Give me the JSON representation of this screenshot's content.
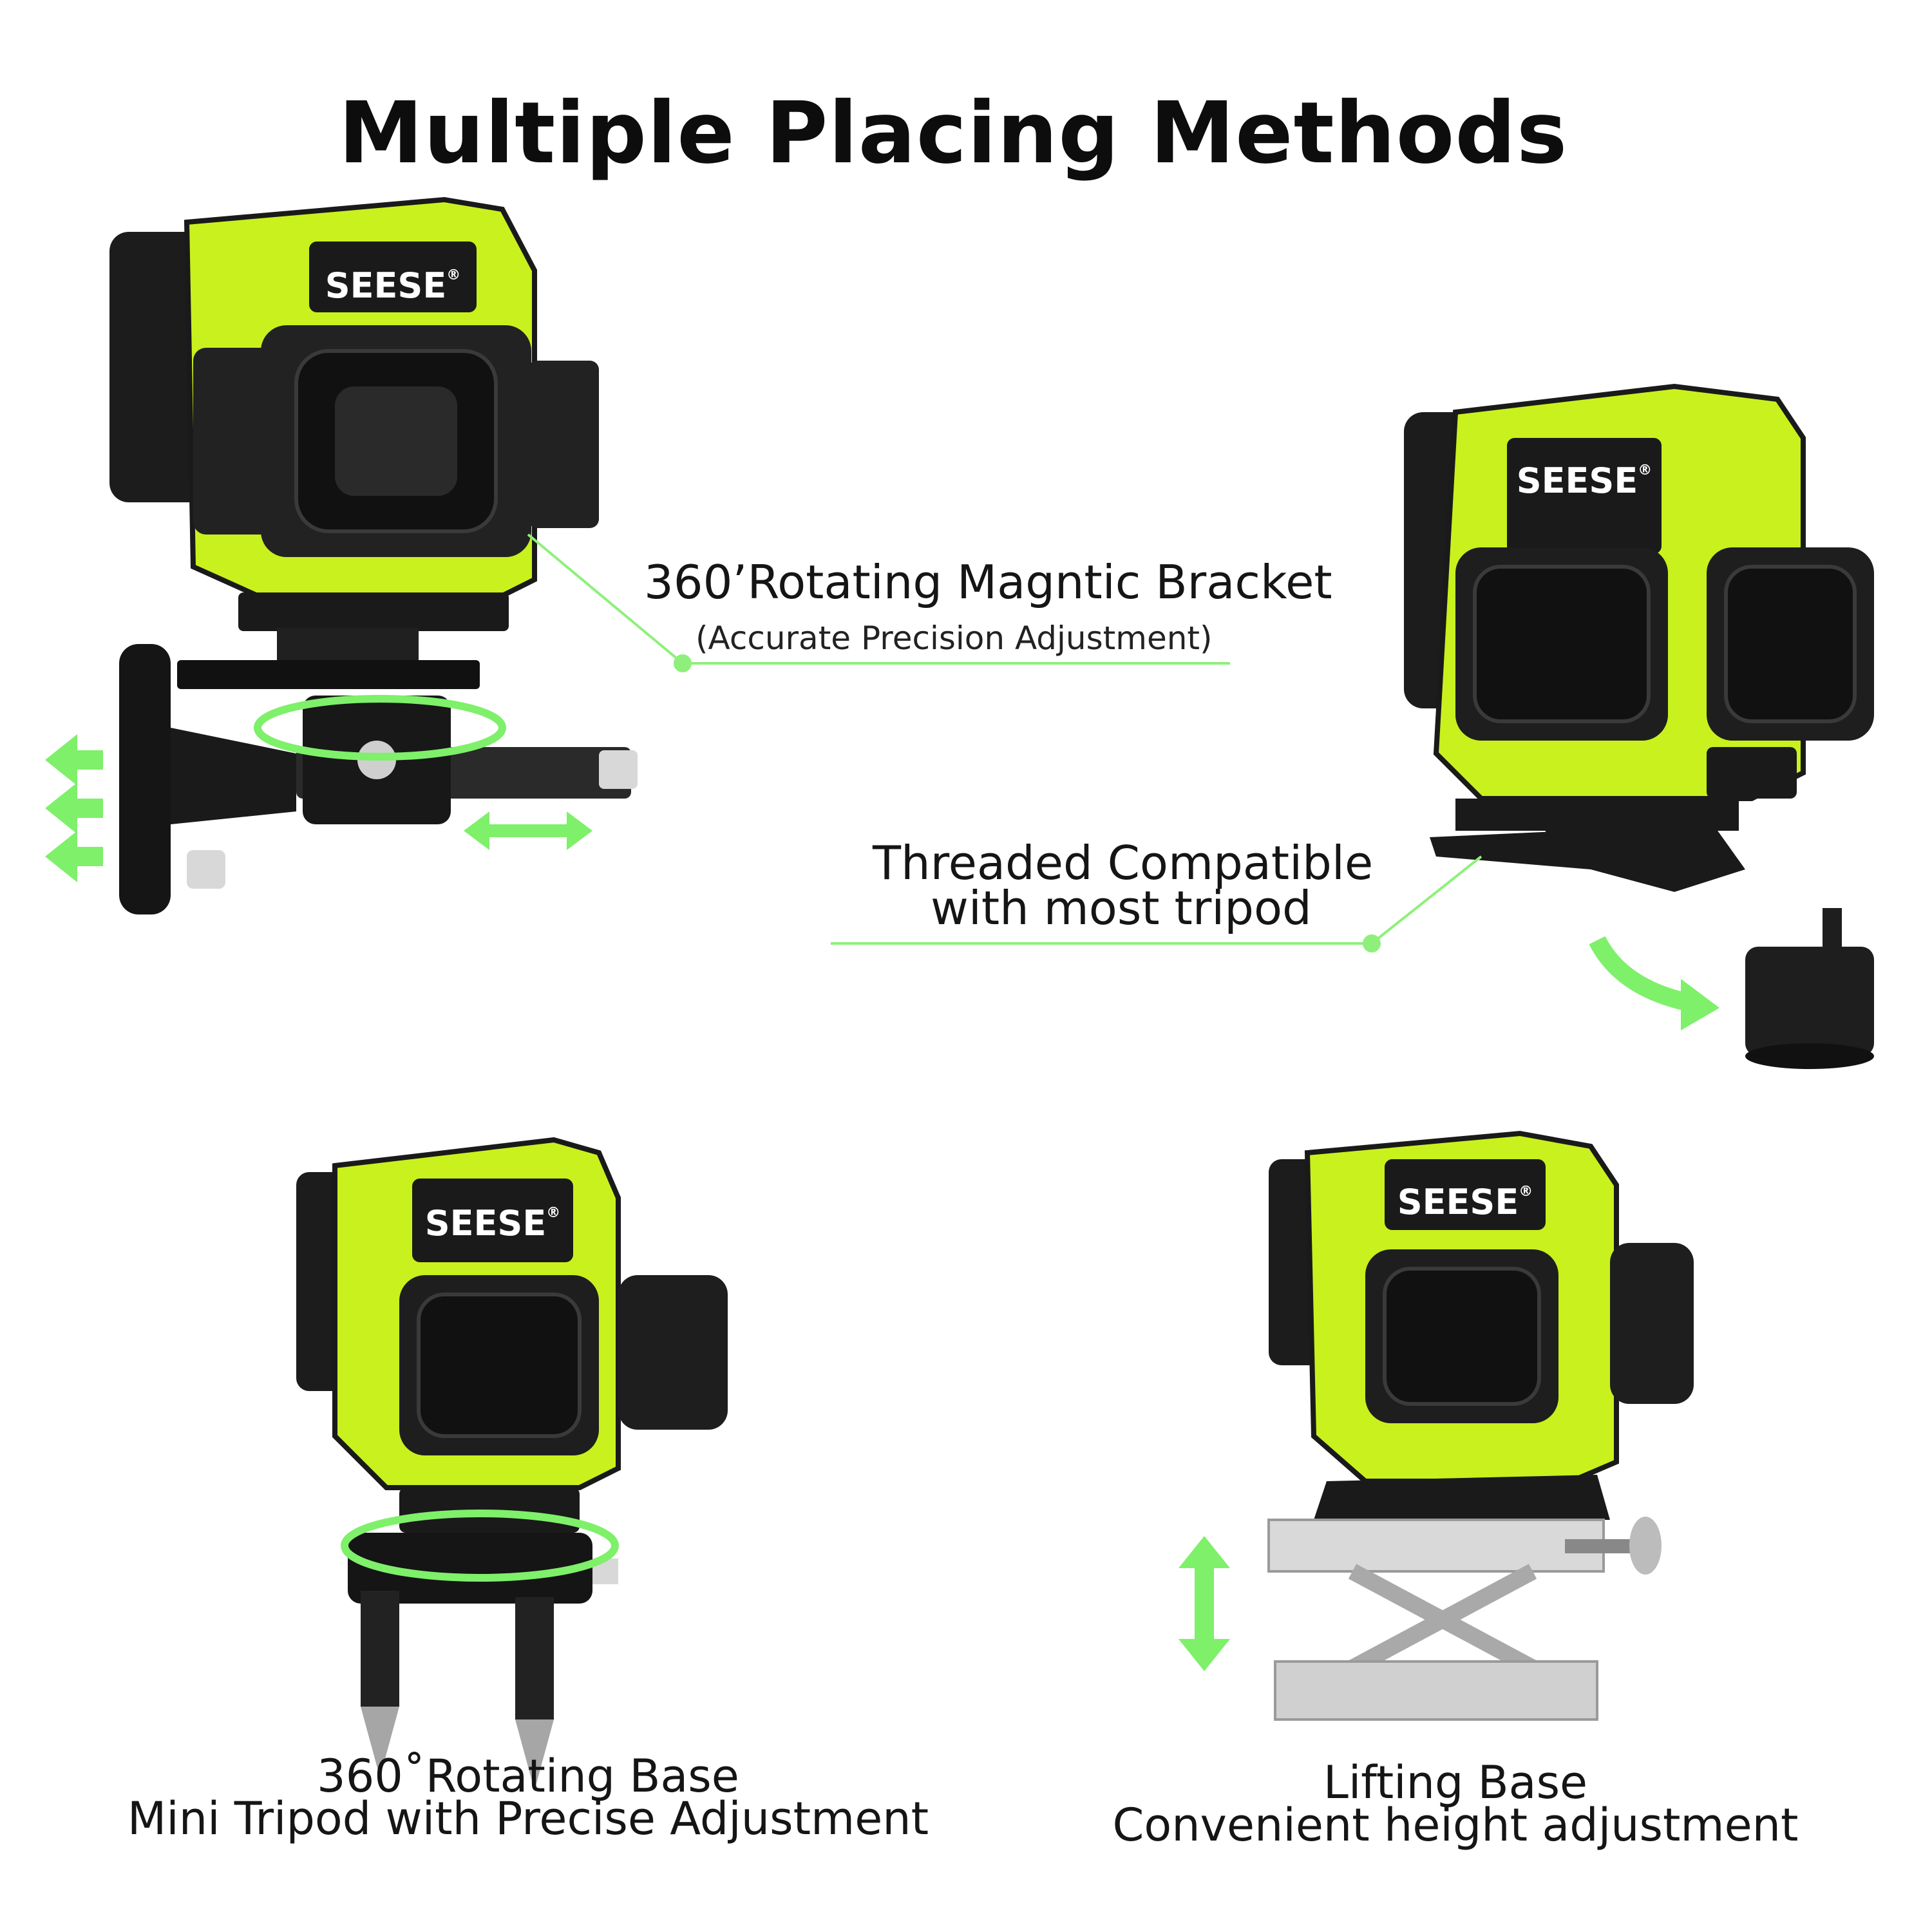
{
  "title": "Multiple Placing Methods",
  "brand": "SEESE",
  "brand_mark": "®",
  "colors": {
    "accent": "#c9f11e",
    "arrow_green": "#7ef06a",
    "line_green": "#8ef07a",
    "body_black": "#1c1c1c"
  },
  "panels": {
    "bracket": {
      "label": "360’Rotating Magntic Bracket",
      "sublabel": "(Accurate Precision Adjustment)"
    },
    "threaded": {
      "line1": "Threaded Compatible",
      "line2": "with most tripod"
    },
    "rotating_base": {
      "line1": "360˚Rotating Base",
      "line2": "Mini Tripod with Precise Adjustment"
    },
    "lifting_base": {
      "line1": "Lifting Base",
      "line2": "Convenient height adjustment"
    }
  }
}
